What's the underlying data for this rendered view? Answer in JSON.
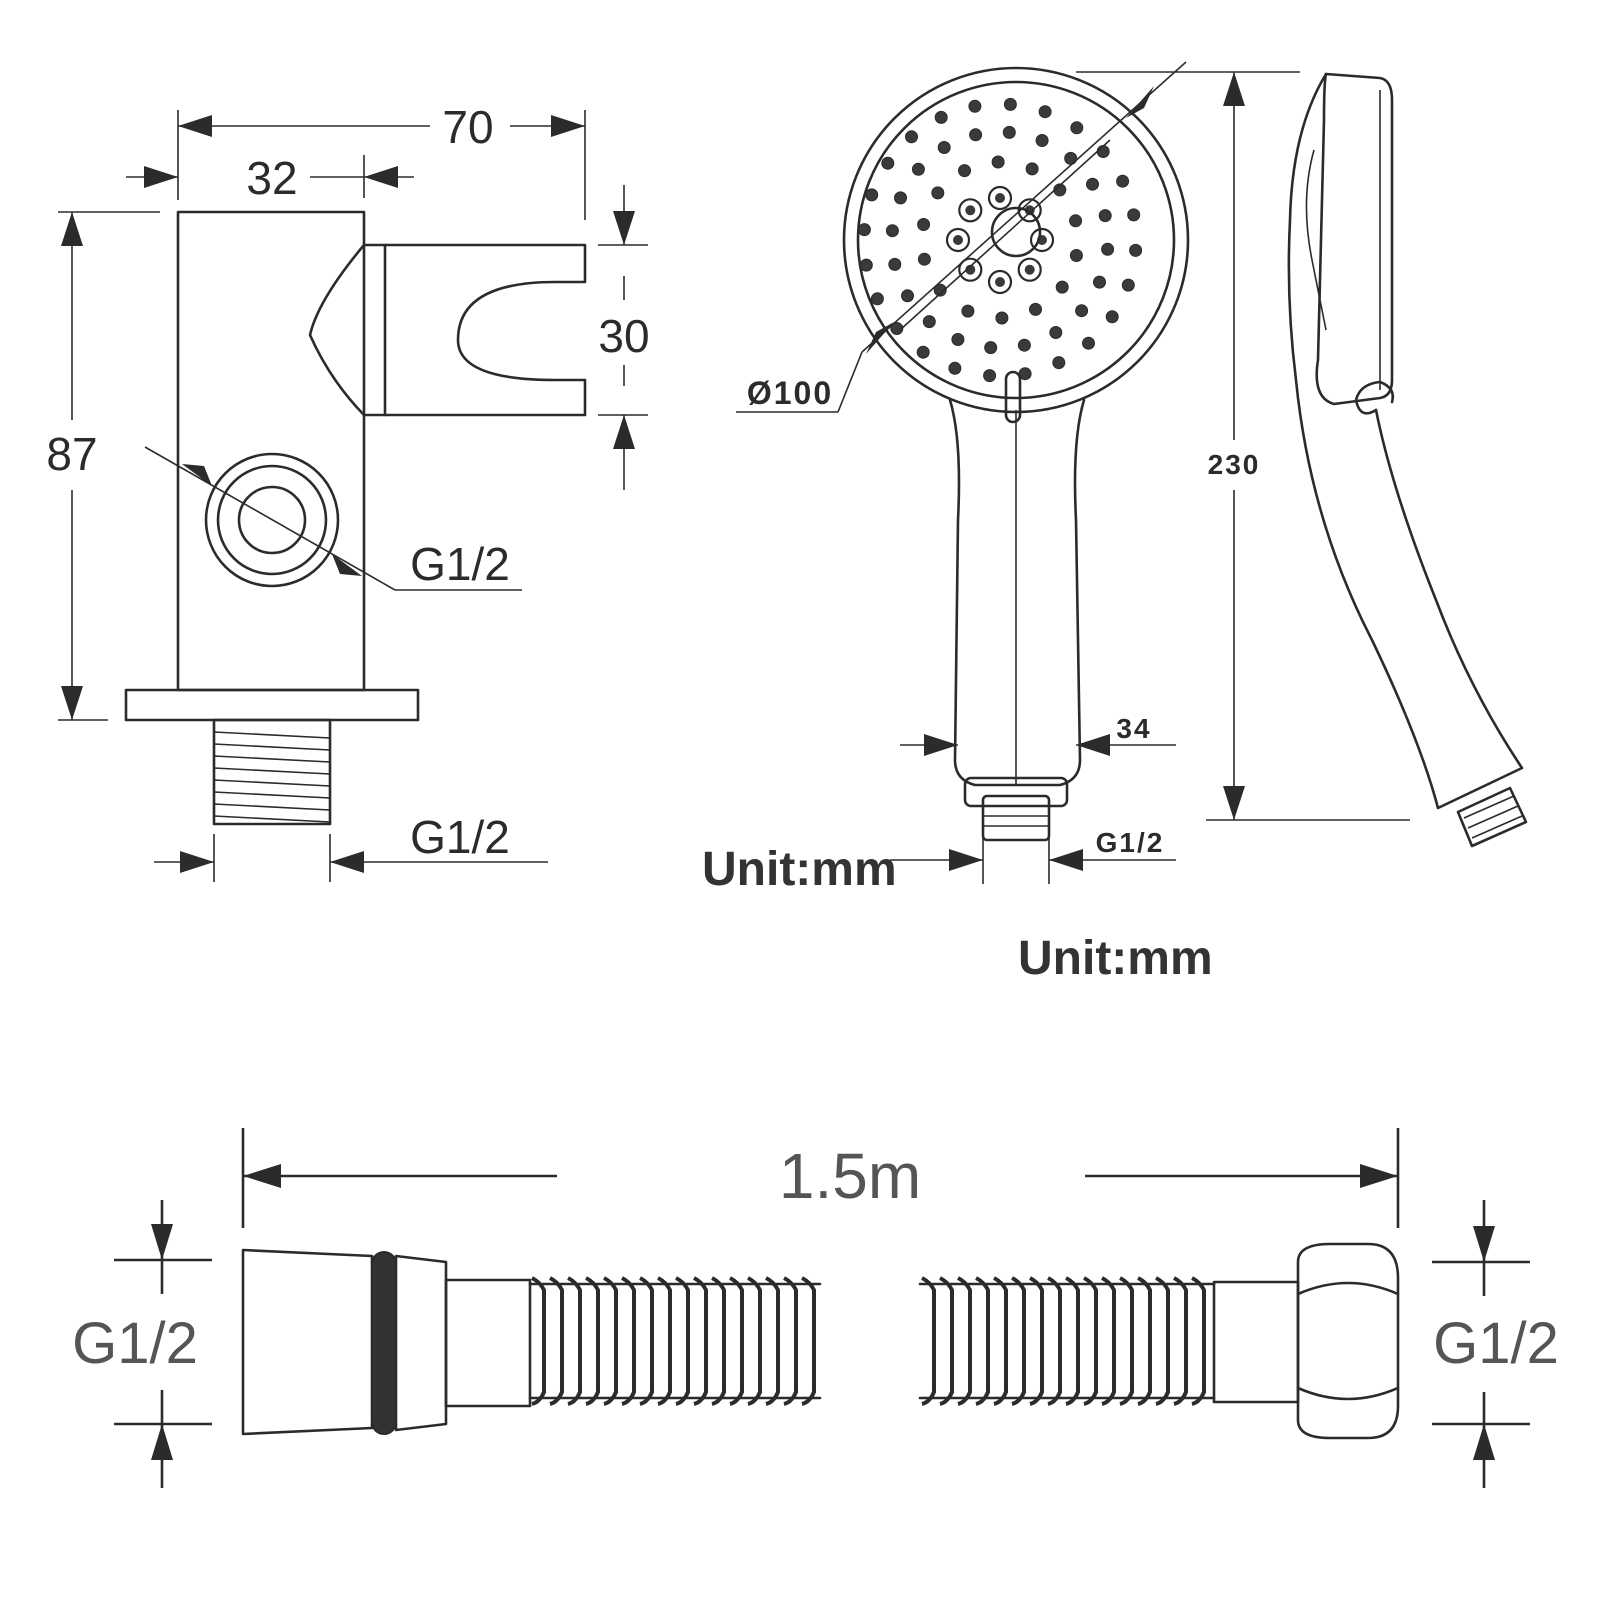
{
  "bracket": {
    "dim_total_width": "70",
    "dim_arm_width": "32",
    "dim_height": "87",
    "dim_slot": "30",
    "dim_side_thread": "G1/2",
    "dim_bottom_thread": "G1/2"
  },
  "handset": {
    "dim_diameter": "Ø100",
    "dim_length": "230",
    "dim_handle_width": "34",
    "dim_thread": "G1/2",
    "unit_label_1": "Unit:mm",
    "unit_label_2": "Unit:mm"
  },
  "hose": {
    "dim_length": "1.5m",
    "dim_left_thread": "G1/2",
    "dim_right_thread": "G1/2"
  }
}
